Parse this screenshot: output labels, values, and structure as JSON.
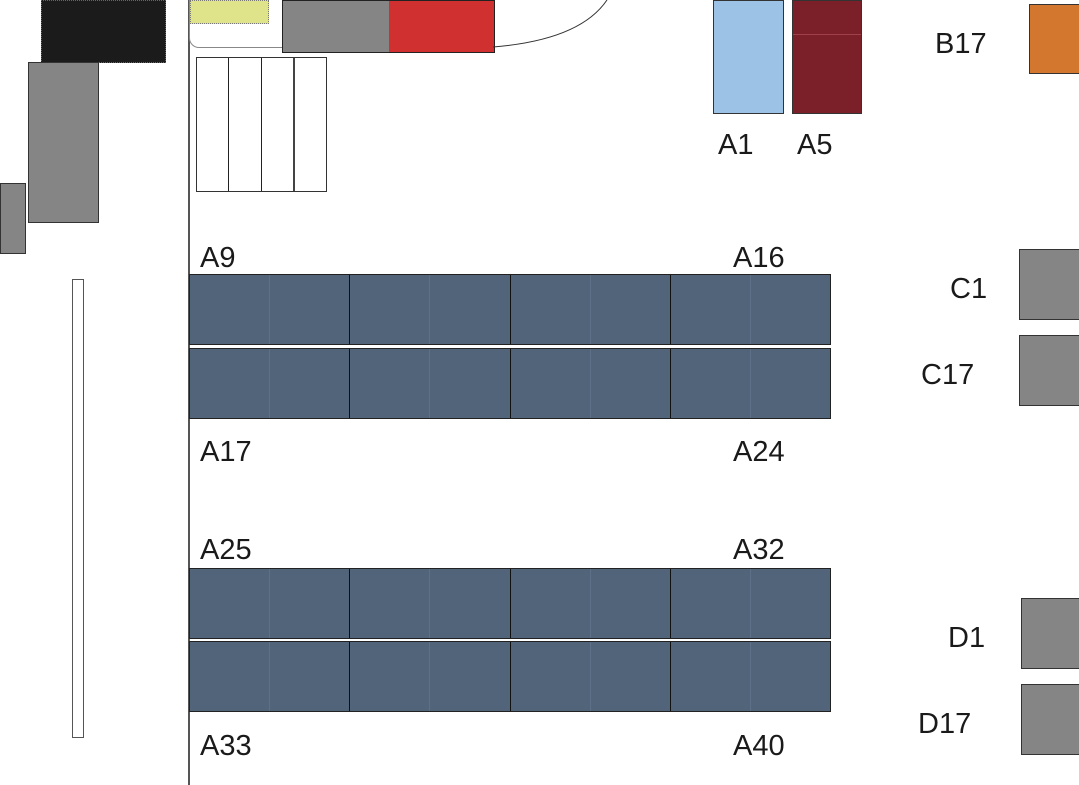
{
  "colors": {
    "booth": "#51647a",
    "gray": "#858585",
    "red": "#d03030",
    "dark_red": "#7b2028",
    "light_blue": "#9cc3e6",
    "orange": "#d2772d",
    "yellow": "#dfe38a",
    "black": "#1b1b1b"
  },
  "labels": {
    "a1": "A1",
    "a5": "A5",
    "b17": "B17",
    "c1": "C1",
    "c17": "C17",
    "d1": "D1",
    "d17": "D17",
    "a9": "A9",
    "a16": "A16",
    "a17": "A17",
    "a24": "A24",
    "a25": "A25",
    "a32": "A32",
    "a33": "A33",
    "a40": "A40"
  }
}
